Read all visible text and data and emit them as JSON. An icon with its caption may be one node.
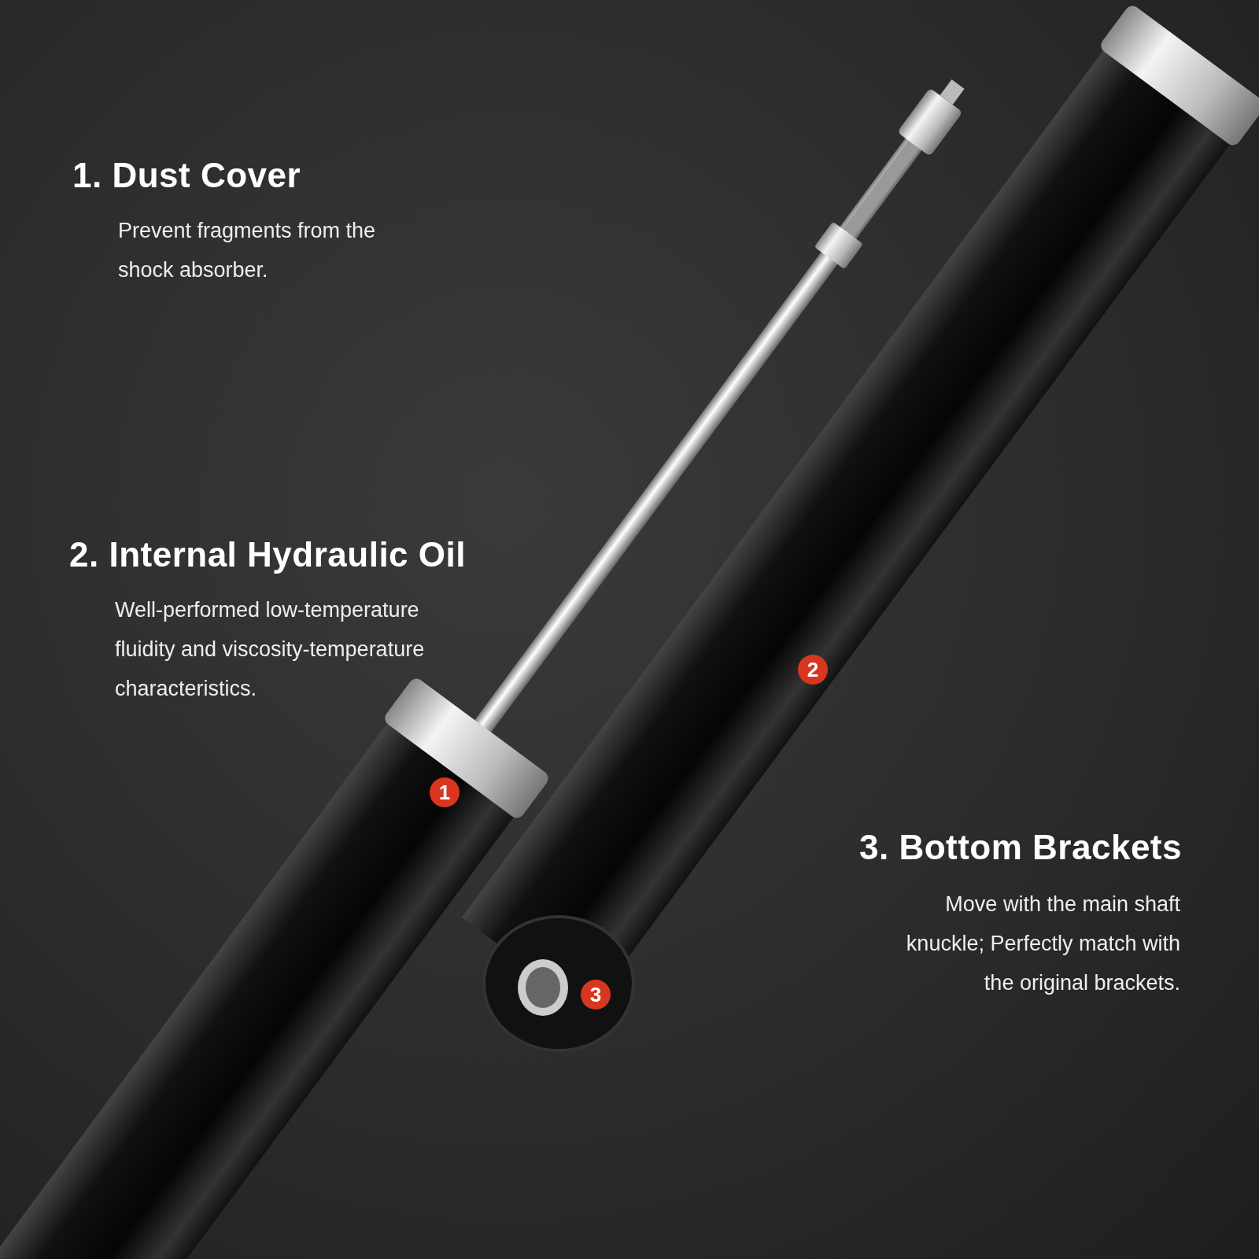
{
  "diagram": {
    "labels": [
      "1. Dust Cover",
      "Prevent fragments from the shock absorber.",
      "2. Internal Hydraulic Oil",
      "Well-performed low-temperature fluidity and viscosity-temperature characteristics.",
      "3. Bottom Brackets",
      "Move with the main shaft knuckle; Perfectly match with the original brackets.",
      "1",
      "2",
      "3"
    ]
  }
}
